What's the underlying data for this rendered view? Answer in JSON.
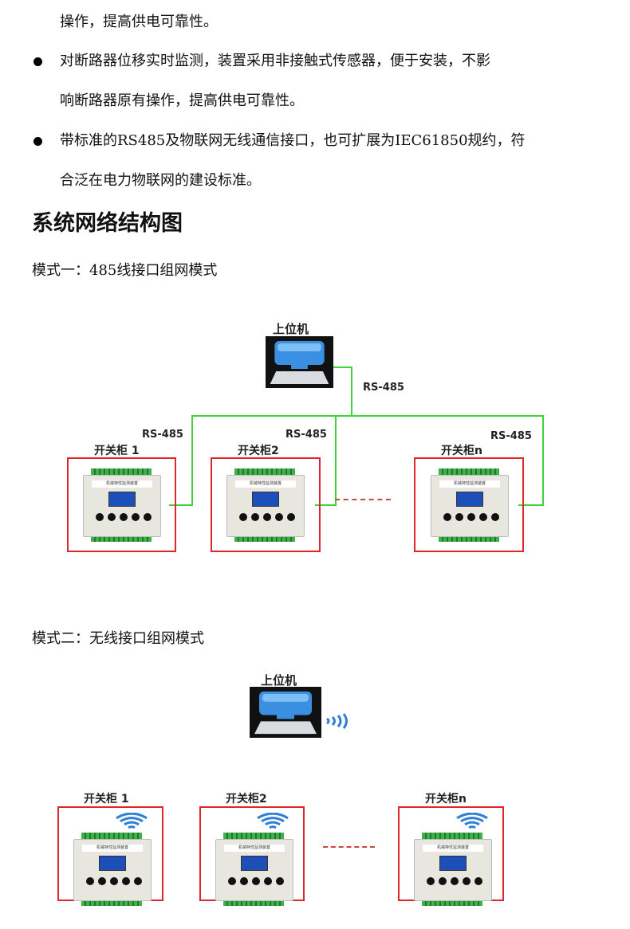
{
  "paragraphs": [
    {
      "text": "操作，提高供电可靠性。",
      "bullet": false
    },
    {
      "text": "对断路器位移实时监测，装置采用非接触式传感器，便于安装，不影",
      "bullet": true
    },
    {
      "text": "响断路器原有操作，提高供电可靠性。",
      "bullet": false
    },
    {
      "text": "带标准的RS485及物联网无线通信接口，也可扩展为IEC61850规约，符",
      "bullet": true
    },
    {
      "text": "合泛在电力物联网的建设标准。",
      "bullet": false
    }
  ],
  "heading": "系统网络结构图",
  "mode1": {
    "title": "模式一：485线接口组网模式",
    "host_label": "上位机",
    "bus_label": "RS-485",
    "cabinets": [
      {
        "label": "开关柜 1",
        "link": "RS-485"
      },
      {
        "label": "开关柜2",
        "link": "RS-485"
      },
      {
        "label": "开关柜n",
        "link": "RS-485"
      }
    ]
  },
  "mode2": {
    "title": "模式二：无线接口组网模式",
    "host_label": "上位机",
    "cabinets": [
      {
        "label": "开关柜 1"
      },
      {
        "label": "开关柜2"
      },
      {
        "label": "开关柜n"
      }
    ]
  },
  "device_title": "机械特性监测装置",
  "colors": {
    "wire": "#3fd43a",
    "frame": "#e0262b",
    "screen": "#1d4fb8"
  }
}
